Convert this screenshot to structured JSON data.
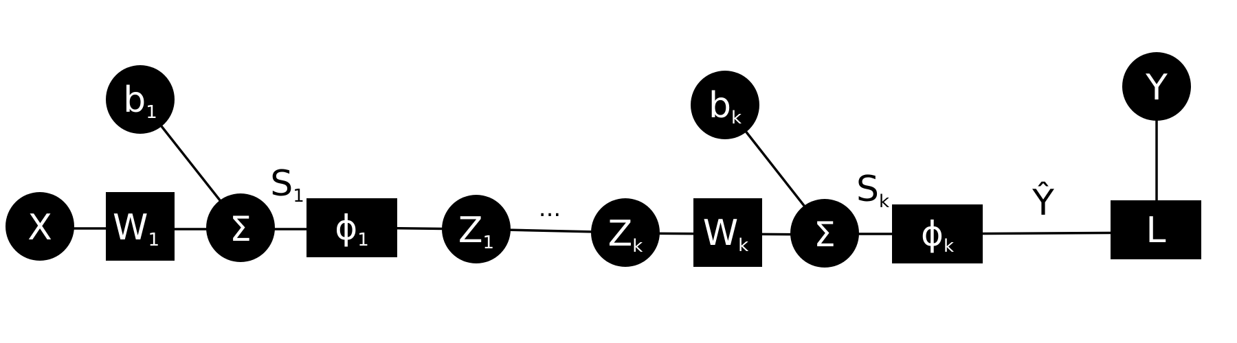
{
  "diagram": {
    "nodes": {
      "x": {
        "main": "X",
        "sub": ""
      },
      "w1": {
        "main": "W",
        "sub": "1"
      },
      "b1": {
        "main": "b",
        "sub": "1"
      },
      "sum1": {
        "main": "Σ",
        "sub": ""
      },
      "phi1": {
        "main": "ϕ",
        "sub": "1"
      },
      "z1": {
        "main": "Z",
        "sub": "1"
      },
      "zk": {
        "main": "Z",
        "sub": "k"
      },
      "wk": {
        "main": "W",
        "sub": "k"
      },
      "bk": {
        "main": "b",
        "sub": "k"
      },
      "sumk": {
        "main": "Σ",
        "sub": ""
      },
      "phik": {
        "main": "ϕ",
        "sub": "k"
      },
      "y": {
        "main": "Y",
        "sub": ""
      },
      "loss": {
        "main": "L",
        "sub": ""
      }
    },
    "labels": {
      "s1": {
        "main": "S",
        "sub": "1"
      },
      "sk": {
        "main": "S",
        "sub": "k"
      },
      "yhat": {
        "main": "Ŷ",
        "sub": ""
      },
      "ellipsis": {
        "main": "...",
        "sub": ""
      }
    },
    "colors": {
      "node_fill": "#000000",
      "node_text": "#ffffff",
      "edge": "#000000",
      "label_text": "#000000",
      "background": "#ffffff"
    }
  }
}
